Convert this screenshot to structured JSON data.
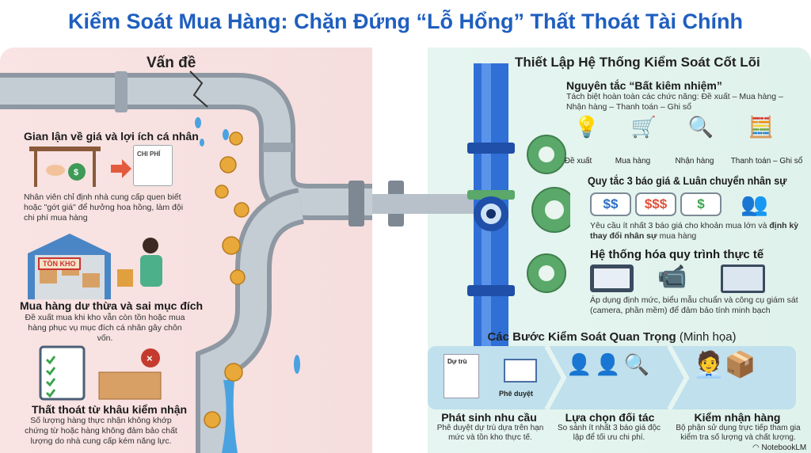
{
  "title": "Kiểm Soát Mua Hàng: Chặn Đứng “Lỗ Hổng” Thất Thoát Tài Chính",
  "problems": {
    "heading": "Vấn đề",
    "items": [
      {
        "title": "Gian lận về giá và lợi ích cá nhân",
        "doc_label": "CHI PHÍ",
        "desc": "Nhân viên chỉ định nhà cung cấp quen biết hoặc \"gớt giá\" để hưởng hoa hồng, làm đội chi phí mua hàng"
      },
      {
        "title": "Mua hàng dư thừa và sai mục đích",
        "sign": "TỒN KHO",
        "desc": "Đề xuất mua khi kho vẫn còn tồn hoặc mua hàng phục vụ mục đích cá nhân gây chôn vốn."
      },
      {
        "title": "Thất thoát từ khâu kiểm nhận",
        "desc": "Số lượng hàng thực nhận không khớp chứng từ hoặc hàng không đảm bảo chất lượng do nhà cung cấp kém năng lực."
      }
    ]
  },
  "solutions": {
    "heading": "Thiết Lập Hệ Thống Kiểm Soát Cốt Lõi",
    "segregation": {
      "title": "Nguyên tắc “Bất kiêm nhiệm”",
      "desc": "Tách biệt hoàn toàn các chức năng: Đề xuất – Mua hàng – Nhận hàng – Thanh toán – Ghi sổ",
      "roles": [
        "Đề xuất",
        "Mua hàng",
        "Nhận hàng",
        "Thanh toán – Ghi sổ"
      ]
    },
    "quotes": {
      "title": "Quy tắc 3 báo giá & Luân chuyển nhân sự",
      "bubbles": [
        "$$",
        "$$$",
        "$"
      ],
      "desc_pre": "Yêu cầu ít nhất 3 báo giá cho khoản mua lớn và ",
      "desc_bold": "định kỳ thay đổi nhân sự",
      "desc_post": " mua hàng"
    },
    "systemize": {
      "title": "Hệ thống hóa quy trình thực tế",
      "desc": "Áp dụng định mức, biểu mẫu chuẩn và công cụ giám sát (camera, phần mềm) để đảm bảo tính minh bạch"
    }
  },
  "steps": {
    "heading": "Các Bước Kiểm Soát Quan Trọng",
    "heading_note": "(Minh họa)",
    "items": [
      {
        "title": "Phát sinh nhu cầu",
        "doc_label": "Dự trù",
        "approve_label": "Phê duyệt",
        "desc": "Phê duyệt dự trù dựa trên hạn mức và tồn kho thực tế."
      },
      {
        "title": "Lựa chọn đối tác",
        "desc": "So sánh ít nhất 3 báo giá độc lập để tối ưu chi phí."
      },
      {
        "title": "Kiểm nhận hàng",
        "desc": "Bộ phận sử dụng trực tiếp tham gia kiểm tra số lượng và chất lượng."
      }
    ]
  },
  "brand": "NotebookLM",
  "colors": {
    "title": "#1f5fbf",
    "pipe_gray": "#a9b4be",
    "pipe_blue": "#2f6fd6",
    "gear_green": "#5aa86a"
  }
}
